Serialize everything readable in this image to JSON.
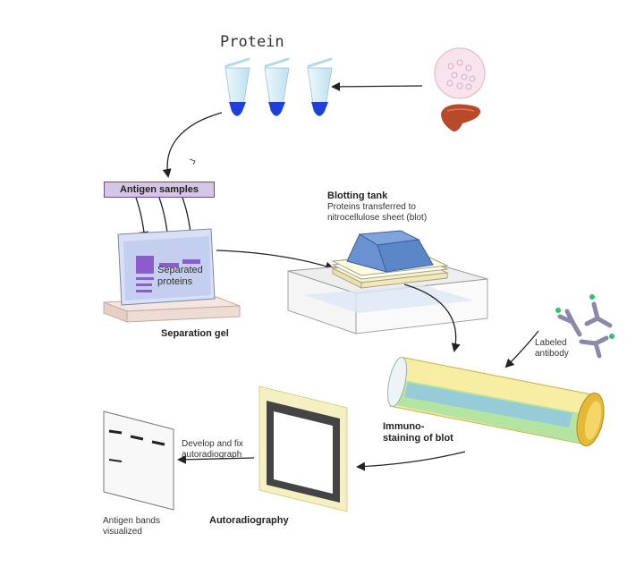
{
  "labels": {
    "protein": "Protein",
    "antigen_samples": "Antigen samples",
    "separated_proteins": "Separated\nproteins",
    "separation_gel": "Separation gel",
    "blotting_tank": "Blotting tank",
    "blotting_tank_sub": "Proteins transferred to\nnitrocellulose sheet (blot)",
    "labeled_antibody": "Labeled\nantibody",
    "immunostaining": "Immuno-\nstaining of blot",
    "develop_fix": "Develop and fix\nautoradiograph",
    "autoradiography": "Autoradiography",
    "antigen_bands": "Antigen bands\nvisualized"
  },
  "colors": {
    "tube_fill": "#1f3fd6",
    "tube_glass": "#cfe8f4",
    "antigen_box": "#d6c6e6",
    "gel_band": "#8e5cc8",
    "tank_prism": "#5b86c8",
    "tube_yellow": "#f2de73",
    "tube_green": "#7fd08a",
    "film_frame": "#f5f0c4",
    "film_border": "#444444",
    "antibody": "#8a8aa8",
    "antibody_tag": "#2fc46a",
    "liver": "#b84a2a"
  },
  "icons": {
    "tissue": "tissue-dish-icon",
    "organ": "liver-icon",
    "tube": "microtube-icon",
    "antibody": "antibody-icon"
  }
}
